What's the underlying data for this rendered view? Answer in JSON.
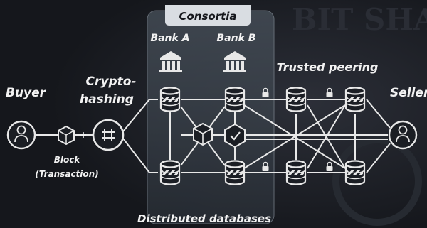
{
  "watermark": "BIT SHARES",
  "consortia": {
    "title": "Consortia",
    "bank_a": "Bank A",
    "bank_b": "Bank B"
  },
  "labels": {
    "buyer": "Buyer",
    "crypto_line1": "Crypto-",
    "crypto_line2": "hashing",
    "block_line1": "Block",
    "block_line2": "(Transaction)",
    "trusted_peering": "Trusted peering",
    "seller": "Seller",
    "distributed": "Distributed databases"
  },
  "colors": {
    "background": "#15171c",
    "panel": "#37404a",
    "line": "#e8e8e8",
    "accent": "#ffffff"
  }
}
